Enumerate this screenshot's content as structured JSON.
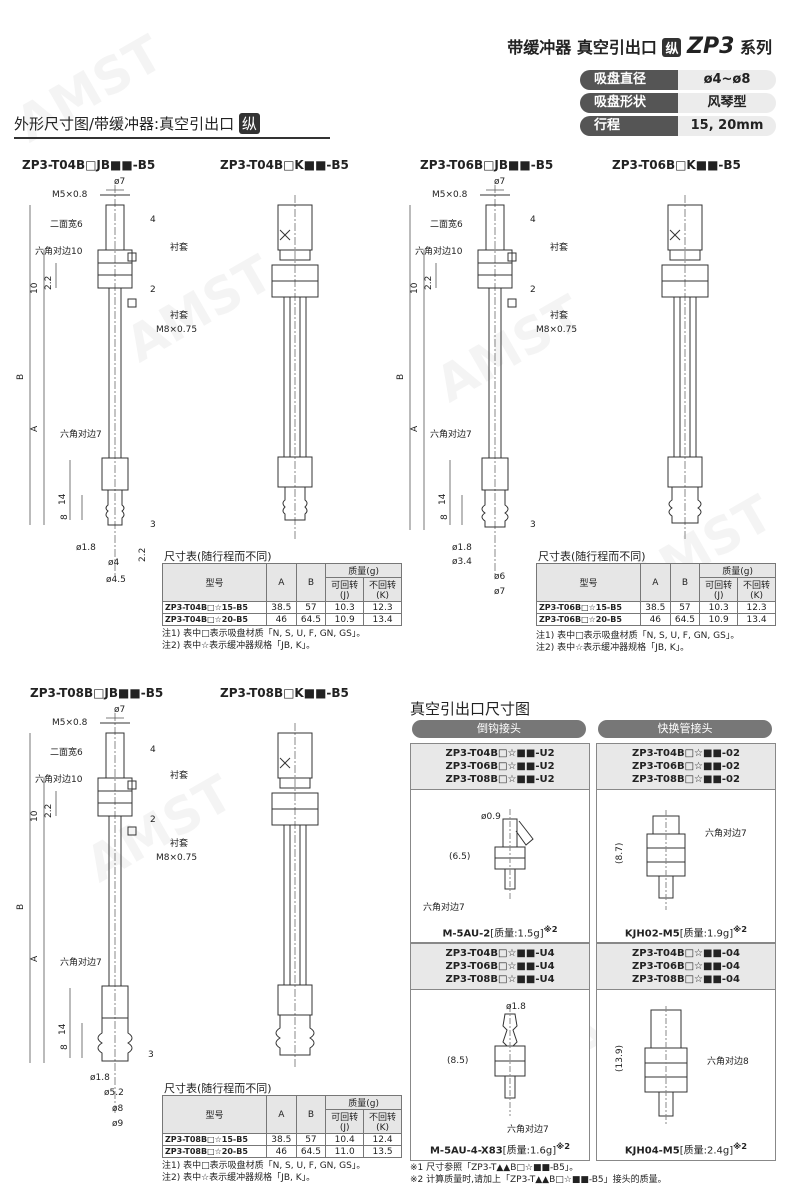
{
  "header": {
    "series_prefix": "带缓冲器  真空引出口",
    "vertical_badge": "纵",
    "series_name": "ZP3",
    "series_suffix": " 系列"
  },
  "spec_rows": [
    {
      "key": "吸盘直径",
      "value": "ø4~ø8"
    },
    {
      "key": "吸盘形状",
      "value": "风琴型"
    },
    {
      "key": "行程",
      "value": "15, 20mm"
    }
  ],
  "section_title": "外形尺寸图/带缓冲器:真空引出口",
  "section_badge": "纵",
  "watermark": "AMST",
  "drawings": {
    "d1": {
      "model": "ZP3-T04B□JB■■-B5"
    },
    "d2": {
      "model": "ZP3-T04B□K■■-B5"
    },
    "d3": {
      "model": "ZP3-T06B□JB■■-B5"
    },
    "d4": {
      "model": "ZP3-T06B□K■■-B5"
    },
    "d5": {
      "model": "ZP3-T08B□JB■■-B5"
    },
    "d6": {
      "model": "ZP3-T08B□K■■-B5"
    }
  },
  "labels": {
    "phi7": "ø7",
    "m5": "M5×0.8",
    "two_face_6": "二面宽6",
    "hex_10": "六角对边10",
    "bushing": "衬套",
    "m8": "M8×0.75",
    "hex_7": "六角对边7",
    "dim_4": "4",
    "dim_10": "10",
    "dim_2_2": "2.2",
    "dim_b": "B",
    "dim_a": "A",
    "dim_14": "14",
    "dim_8": "8",
    "dim_2_2b": "2.2",
    "dim_2": "2",
    "dim_3": "3",
    "t04_d1": "ø1.8",
    "t04_d2": "ø4",
    "t04_d3": "ø4.5",
    "t06_d1": "ø1.8",
    "t06_d2": "ø3.4",
    "t06_d3": "ø6",
    "t06_d4": "ø7",
    "t08_d1": "ø1.8",
    "t08_d2": "ø5.2",
    "t08_d3": "ø8",
    "t08_d4": "ø9"
  },
  "tables": {
    "heading": "尺寸表(随行程而不同)",
    "col_model": "型号",
    "col_a": "A",
    "col_b": "B",
    "col_mass": "质量(g)",
    "col_rot": "可回转",
    "col_rot_j": "(J)",
    "col_norot": "不回转",
    "col_norot_k": "(K)",
    "t04": [
      {
        "model": "ZP3-T04B□☆15-B5",
        "a": "38.5",
        "b": "57",
        "j": "10.3",
        "k": "12.3"
      },
      {
        "model": "ZP3-T04B□☆20-B5",
        "a": "46",
        "b": "64.5",
        "j": "10.9",
        "k": "13.4"
      }
    ],
    "t06": [
      {
        "model": "ZP3-T06B□☆15-B5",
        "a": "38.5",
        "b": "57",
        "j": "10.3",
        "k": "12.3"
      },
      {
        "model": "ZP3-T06B□☆20-B5",
        "a": "46",
        "b": "64.5",
        "j": "10.9",
        "k": "13.4"
      }
    ],
    "t08": [
      {
        "model": "ZP3-T08B□☆15-B5",
        "a": "38.5",
        "b": "57",
        "j": "10.4",
        "k": "12.4"
      },
      {
        "model": "ZP3-T08B□☆20-B5",
        "a": "46",
        "b": "64.5",
        "j": "11.0",
        "k": "13.5"
      }
    ],
    "note1": "注1) 表中□表示吸盘材质「N, S, U, F, GN, GS」。",
    "note2": "注2) 表中☆表示缓冲器规格「JB, K」。"
  },
  "vacuum": {
    "title": "真空引出口尺寸图",
    "barb_title": "倒钩接头",
    "quick_title": "快换管接头",
    "u2_models": [
      "ZP3-T04B□☆■■-U2",
      "ZP3-T06B□☆■■-U2",
      "ZP3-T08B□☆■■-U2"
    ],
    "u2_d": "ø0.9",
    "u2_h": "(6.5)",
    "u2_hex": "六角对边7",
    "u2_caption": "M-5AU-2",
    "u2_mass": "[质量:1.5g]",
    "u2_note": "※2",
    "u4_models": [
      "ZP3-T04B□☆■■-U4",
      "ZP3-T06B□☆■■-U4",
      "ZP3-T08B□☆■■-U4"
    ],
    "u4_d": "ø1.8",
    "u4_h": "(8.5)",
    "u4_hex": "六角对边7",
    "u4_caption": "M-5AU-4-X83",
    "u4_mass": "[质量:1.6g]",
    "u4_note": "※2",
    "q02_models": [
      "ZP3-T04B□☆■■-02",
      "ZP3-T06B□☆■■-02",
      "ZP3-T08B□☆■■-02"
    ],
    "q02_h": "(8.7)",
    "q02_hex": "六角对边7",
    "q02_caption": "KJH02-M5",
    "q02_mass": "[质量:1.9g]",
    "q02_note": "※2",
    "q04_models": [
      "ZP3-T04B□☆■■-04",
      "ZP3-T06B□☆■■-04",
      "ZP3-T08B□☆■■-04"
    ],
    "q04_h": "(13.9)",
    "q04_hex": "六角对边8",
    "q04_caption": "KJH04-M5",
    "q04_mass": "[质量:2.4g]",
    "q04_note": "※2",
    "foot1": "※1  尺寸参照「ZP3-T▲▲B□☆■■-B5」。",
    "foot2": "※2  计算质量时,请加上「ZP3-T▲▲B□☆■■-B5」接头的质量。"
  }
}
